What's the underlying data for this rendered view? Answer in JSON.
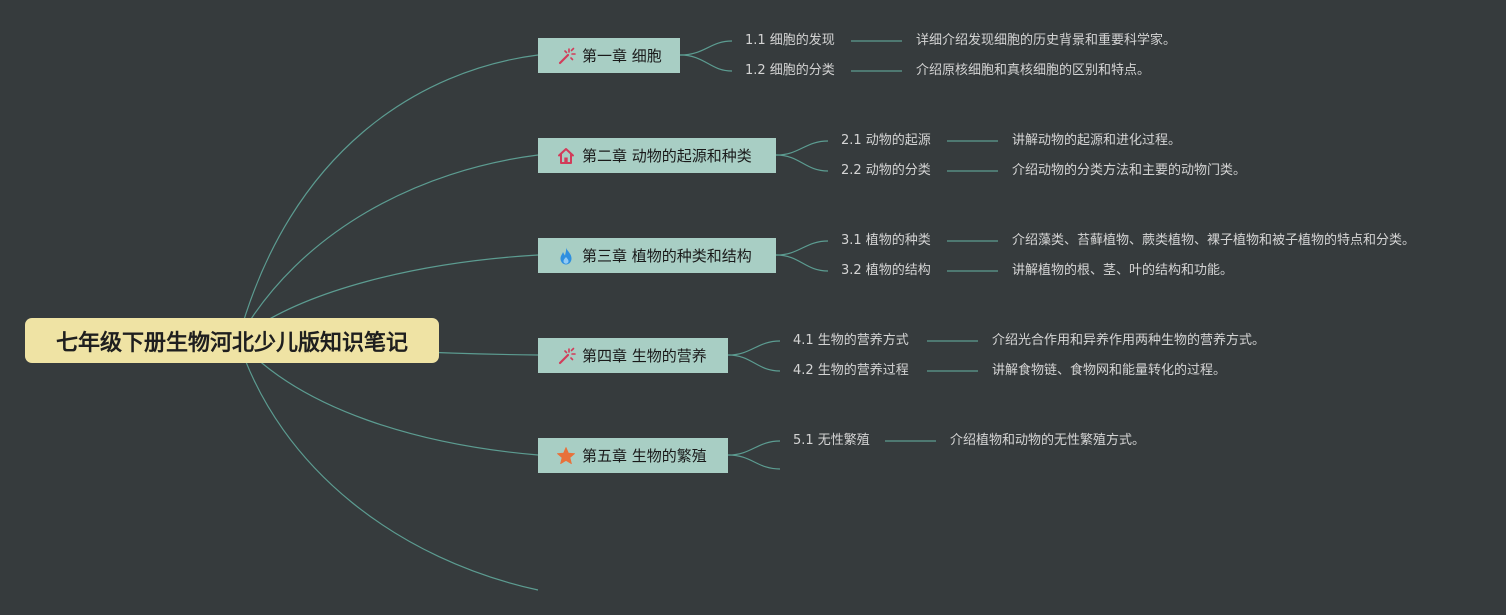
{
  "root": {
    "title": "七年级下册生物河北少儿版知识笔记"
  },
  "chapters": [
    {
      "title": "第一章 细胞",
      "icon": "magic-wand-icon",
      "sections": [
        {
          "title": "1.1 细胞的发现",
          "desc": "详细介绍发现细胞的历史背景和重要科学家。"
        },
        {
          "title": "1.2 细胞的分类",
          "desc": "介绍原核细胞和真核细胞的区别和特点。"
        }
      ]
    },
    {
      "title": "第二章 动物的起源和种类",
      "icon": "house-icon",
      "sections": [
        {
          "title": "2.1 动物的起源",
          "desc": "讲解动物的起源和进化过程。"
        },
        {
          "title": "2.2 动物的分类",
          "desc": "介绍动物的分类方法和主要的动物门类。"
        }
      ]
    },
    {
      "title": "第三章 植物的种类和结构",
      "icon": "flame-icon",
      "sections": [
        {
          "title": "3.1 植物的种类",
          "desc": "介绍藻类、苔藓植物、蕨类植物、裸子植物和被子植物的特点和分类。"
        },
        {
          "title": "3.2 植物的结构",
          "desc": "讲解植物的根、茎、叶的结构和功能。"
        }
      ]
    },
    {
      "title": "第四章 生物的营养",
      "icon": "magic-wand-icon",
      "sections": [
        {
          "title": "4.1 生物的营养方式",
          "desc": "介绍光合作用和异养作用两种生物的营养方式。"
        },
        {
          "title": "4.2 生物的营养过程",
          "desc": "讲解食物链、食物网和能量转化的过程。"
        }
      ]
    },
    {
      "title": "第五章 生物的繁殖",
      "icon": "star-icon",
      "sections": [
        {
          "title": "5.1 无性繁殖",
          "desc": "介绍植物和动物的无性繁殖方式。"
        }
      ]
    }
  ],
  "colors": {
    "background": "#363b3d",
    "root_fill": "#efe3a4",
    "chapter_fill": "#a8cec4",
    "connector": "#5c9c91",
    "text_light": "#d4d4d4",
    "icon_red": "#d23c5a",
    "icon_blue": "#2e8fe0",
    "icon_orange": "#e8713a"
  }
}
